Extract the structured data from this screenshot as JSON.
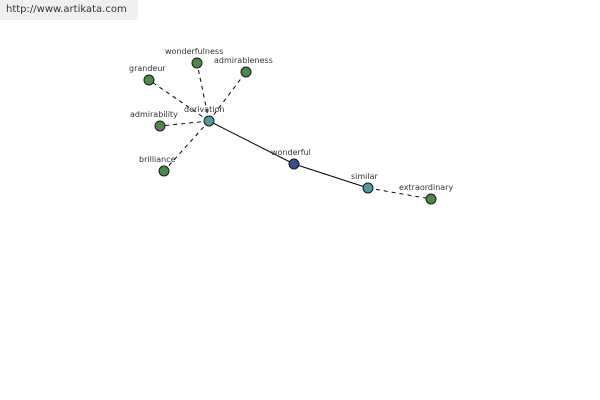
{
  "header": {
    "url": "http://www.artikata.com"
  },
  "colors": {
    "center_node": "#3a4f8a",
    "relation_node": "#4f9a9a",
    "leaf_node": "#4a8a48",
    "edge": "#000000"
  },
  "graph": {
    "nodes": [
      {
        "id": "wonderful",
        "label": "wonderful",
        "kind": "center"
      },
      {
        "id": "derivation",
        "label": "derivation",
        "kind": "relation"
      },
      {
        "id": "similar",
        "label": "similar",
        "kind": "relation"
      },
      {
        "id": "wonderfulness",
        "label": "wonderfulness",
        "kind": "leaf"
      },
      {
        "id": "admirableness",
        "label": "admirableness",
        "kind": "leaf"
      },
      {
        "id": "grandeur",
        "label": "grandeur",
        "kind": "leaf"
      },
      {
        "id": "admirability",
        "label": "admirability",
        "kind": "leaf"
      },
      {
        "id": "brilliance",
        "label": "brilliance",
        "kind": "leaf"
      },
      {
        "id": "extraordinary",
        "label": "extraordinary",
        "kind": "leaf"
      }
    ],
    "edges": [
      {
        "from": "wonderful",
        "to": "derivation",
        "style": "solid"
      },
      {
        "from": "wonderful",
        "to": "similar",
        "style": "solid"
      },
      {
        "from": "derivation",
        "to": "wonderfulness",
        "style": "dashed"
      },
      {
        "from": "derivation",
        "to": "admirableness",
        "style": "dashed"
      },
      {
        "from": "derivation",
        "to": "grandeur",
        "style": "dashed"
      },
      {
        "from": "derivation",
        "to": "admirability",
        "style": "dashed"
      },
      {
        "from": "derivation",
        "to": "brilliance",
        "style": "dashed"
      },
      {
        "from": "similar",
        "to": "extraordinary",
        "style": "dashed"
      }
    ]
  }
}
